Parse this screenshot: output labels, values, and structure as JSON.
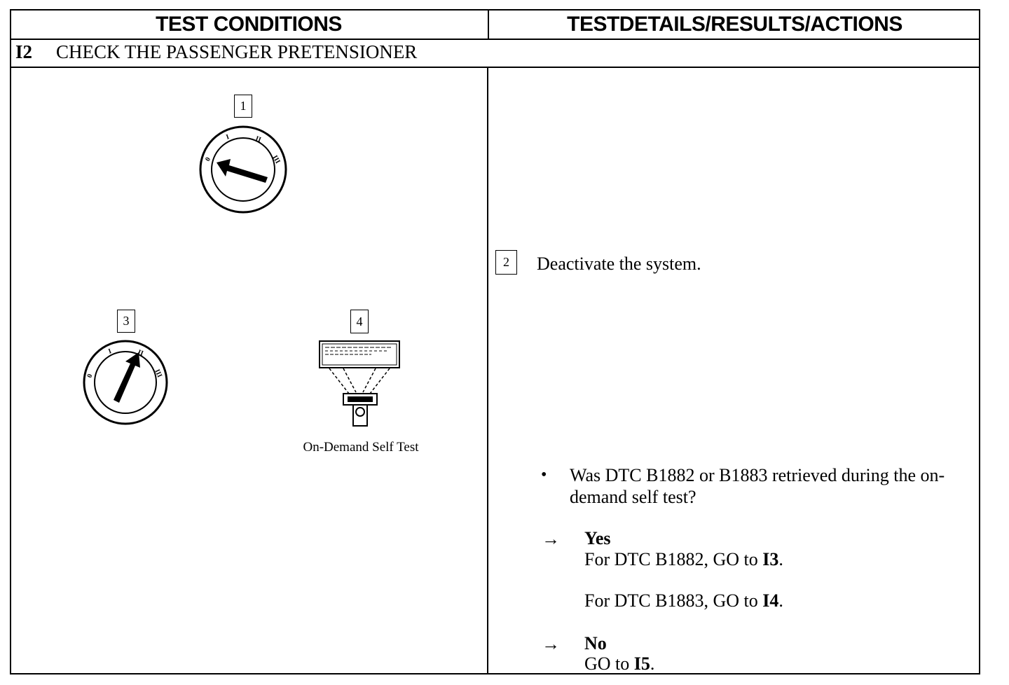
{
  "header": {
    "left_title": "TEST CONDITIONS",
    "right_title": "TESTDETAILS/RESULTS/ACTIONS"
  },
  "section": {
    "code": "I2",
    "title": "CHECK THE PASSENGER PRETENSIONER"
  },
  "figure": {
    "callouts": [
      "1",
      "3",
      "4"
    ],
    "ignition_positions": [
      "0",
      "I",
      "II",
      "III"
    ],
    "caption": "On-Demand Self Test"
  },
  "step": {
    "number": "2",
    "text": "Deactivate the system."
  },
  "question": {
    "bullet": "•",
    "text": "Was DTC B1882 or B1883 retrieved during the on-demand self test?"
  },
  "answers": {
    "arrow": "→",
    "yes": {
      "label": "Yes",
      "line1_prefix": "For DTC B1882, GO to ",
      "line1_target": "I3",
      "line2_prefix": "For DTC B1883, GO to ",
      "line2_target": "I4",
      "suffix": "."
    },
    "no": {
      "label": "No",
      "line_prefix": "GO to ",
      "line_target": "I5",
      "suffix": "."
    }
  }
}
